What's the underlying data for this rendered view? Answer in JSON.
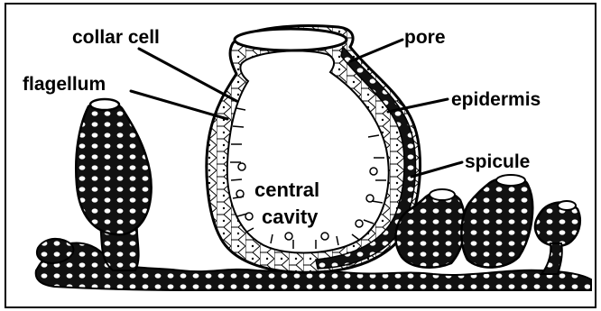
{
  "diagram": {
    "labels": {
      "collar_cell": "collar cell",
      "flagellum": "flagellum",
      "pore": "pore",
      "epidermis": "epidermis",
      "spicule": "spicule",
      "central_line1": "central",
      "central_line2": "cavity"
    },
    "colors": {
      "ink": "#000000",
      "paper": "#ffffff"
    }
  }
}
